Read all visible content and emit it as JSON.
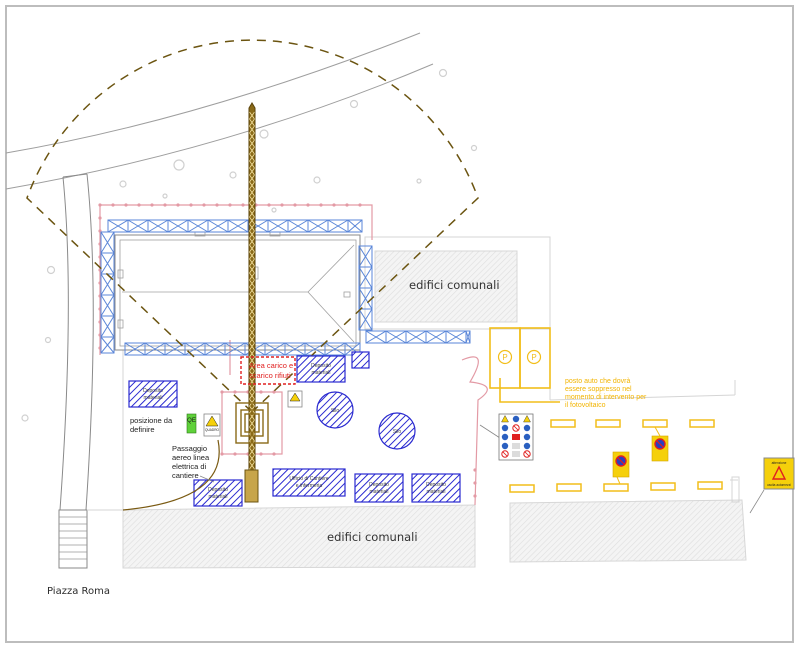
{
  "drawing": {
    "title": "Planimetria di cantiere",
    "labels": {
      "piazza": "Piazza Roma",
      "edifici_top": "edifici comunali",
      "edifici_bottom": "edifici comunali",
      "posizione": [
        "posizione da",
        "definire"
      ],
      "passaggio": [
        "Passaggio",
        "aereo linea",
        "elettrica di",
        "cantiere"
      ],
      "area_carico": [
        "Area carico e",
        "scarico rifiuti"
      ],
      "posto_auto": [
        "posto auto che dovrà",
        "essere soppresso nel",
        "momento di intervento per",
        "il fotovoltaico"
      ],
      "parking_symbol": "P"
    },
    "storage_areas": [
      {
        "id": "deposito-1",
        "label": [
          "Deposito",
          "materiali"
        ]
      },
      {
        "id": "deposito-2",
        "label": [
          "Deposito",
          "materiali"
        ]
      },
      {
        "id": "deposito-3",
        "label": [
          "Deposito",
          "materiali"
        ]
      },
      {
        "id": "ufficio",
        "label": [
          "Ufficio di Cantiere",
          "e infermeria"
        ]
      },
      {
        "id": "deposito-4",
        "label": [
          "Deposito",
          "materiali"
        ]
      },
      {
        "id": "deposito-5",
        "label": [
          "Deposito",
          "materiali"
        ]
      },
      {
        "id": "silo-1",
        "label": [
          "Silo"
        ]
      },
      {
        "id": "silo-2",
        "label": [
          "Silo"
        ]
      }
    ],
    "signs": {
      "quadro": "QUADRO ELETTRICO",
      "qe_tag": "QE",
      "attenzione_top": "attenzione",
      "attenzione_bottom": "uscita automezzi",
      "divieto_text": "divieto di sosta"
    },
    "colors": {
      "crane": "#8a6a18",
      "fence": "#e39aa5",
      "scaffold": "#5a86d8",
      "storage": "#2a2ad0",
      "parking": "#f2be1a",
      "red_area": "#e02020",
      "qe_tag": "#5fd13a"
    }
  }
}
